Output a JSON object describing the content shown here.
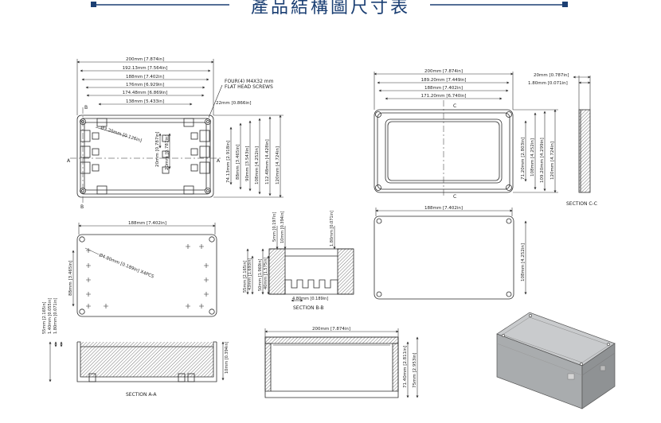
{
  "header": {
    "title": "產品結構圖尺寸表",
    "line_color": "#1b3f73"
  },
  "drawing_color": "#2a2a2a",
  "dimension_color": "#333333",
  "views": {
    "top_left": {
      "dims": {
        "w200": "200mm [7.874in]",
        "w192": "192.13mm [7.564in]",
        "w188": "188mm [7.402in]",
        "w176": "176mm [6.929in]",
        "w174": "174.48mm [6.869in]",
        "w138": "138mm [5.433in]",
        "w22": "22mm [0.866in]",
        "screws_1": "FOUR(4) M4X32 mm",
        "screws_2": "FLAT HEAD SCREWS",
        "hole_dia": "Ø3.20mm [0.126in]",
        "h20a": "20mm [0.787in]",
        "h20b": "20mm [0.787in]",
        "h74": "74.13mm [2.918in]",
        "h88": "88mm [3.465in]",
        "h90": "90mm [3.543in]",
        "h108": "108mm [4.252in]",
        "h112": "112.48mm [4.428in]",
        "h120": "120mm [4.724in]"
      },
      "markers": {
        "a_left": "A",
        "a_right": "A",
        "b_top": "B",
        "b_bottom": "B"
      }
    },
    "section_cc": {
      "dims": {
        "w200": "200mm [7.874in]",
        "w189": "189.20mm [7.449in]",
        "w188": "188mm [7.402in]",
        "w171": "171.20mm [6.740in]",
        "d20": "20mm [0.787in]",
        "d180": "1.80mm [0.071in]",
        "h71": "71.20mm [2.803in]",
        "h108": "108mm [4.252in]",
        "h109": "109.20mm [4.299in]",
        "h120": "120mm [4.724in]"
      },
      "markers": {
        "c_top": "C",
        "c_bottom": "C"
      },
      "caption": "SECTION C-C"
    },
    "lid_view": {
      "dims": {
        "w188": "188mm [7.402in]",
        "hole": "Ø4.80mm [0.189in] X4PCS",
        "h88": "88mm [3.465in]"
      }
    },
    "section_bb": {
      "dims": {
        "v5": "5mm [0.197in]",
        "v10": "10mm [0.394in]",
        "v180": "1.80mm [0.071in]",
        "h55": "55mm [2.165in]",
        "h43": "43mm [1.693in]",
        "h50": "50mm [1.969in]",
        "h40": "40mm [1.575in]",
        "w480": "4.80mm [0.189in]"
      },
      "caption": "SECTION B-B"
    },
    "bottom_view": {
      "dims": {
        "w188": "188mm [7.402in]",
        "h108": "108mm [4.252in]"
      }
    },
    "section_aa": {
      "dims": {
        "d55": "55mm [2.165in]",
        "d140": "1.40mm [0.055in]",
        "d180": "1.80mm [0.071in]",
        "d10": "10mm [0.394in]"
      },
      "caption": "SECTION A-A"
    },
    "side_view": {
      "dims": {
        "w200": "200mm [7.874in]",
        "h75": "75mm [2.953in]",
        "h7140": "71.40mm [2.811in]"
      }
    }
  }
}
